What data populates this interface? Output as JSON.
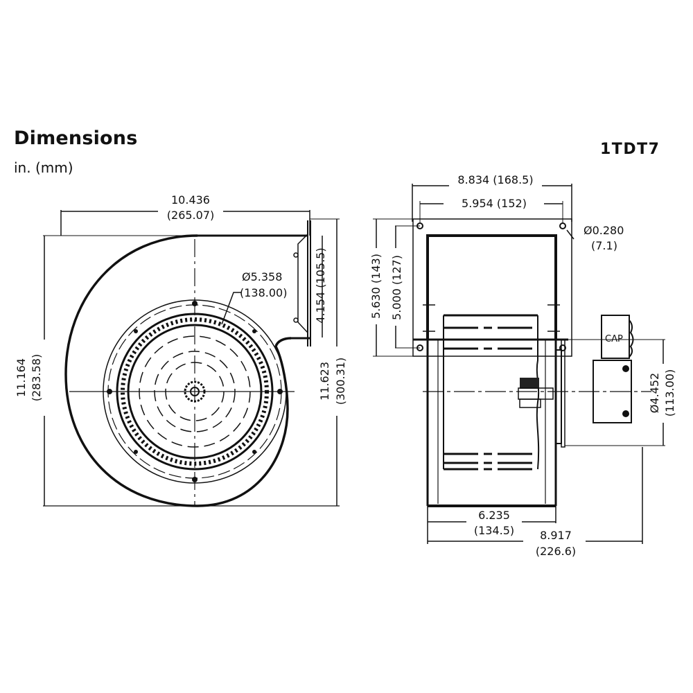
{
  "header": {
    "title": "Dimensions",
    "units": "in. (mm)",
    "model": "1TDT7"
  },
  "front_view": {
    "overall_width": {
      "in": "10.436",
      "mm": "(265.07)"
    },
    "overall_height": {
      "in": "11.164",
      "mm": "(283.58)"
    },
    "total_height": {
      "in": "11.623",
      "mm": "(300.31)"
    },
    "outlet_height": {
      "label": "4.154 (105.5)"
    },
    "inlet_diameter": {
      "in": "Ø5.358",
      "mm": "(138.00)"
    }
  },
  "side_view": {
    "flange_width": {
      "label": "8.834 (168.5)"
    },
    "hole_spacing_width": {
      "label": "5.954 (152)"
    },
    "flange_height": {
      "label": "5.630 (143)"
    },
    "hole_spacing_height": {
      "label": "5.000 (127)"
    },
    "hole_diameter": {
      "in": "Ø0.280",
      "mm": "(7.1)"
    },
    "motor_diameter": {
      "in": "Ø4.452",
      "mm": "(113.00)"
    },
    "housing_width": {
      "in": "6.235",
      "mm": "(134.5)"
    },
    "overall_depth": {
      "in": "8.917",
      "mm": "(226.6)"
    },
    "capacitor_label": "CAP"
  }
}
